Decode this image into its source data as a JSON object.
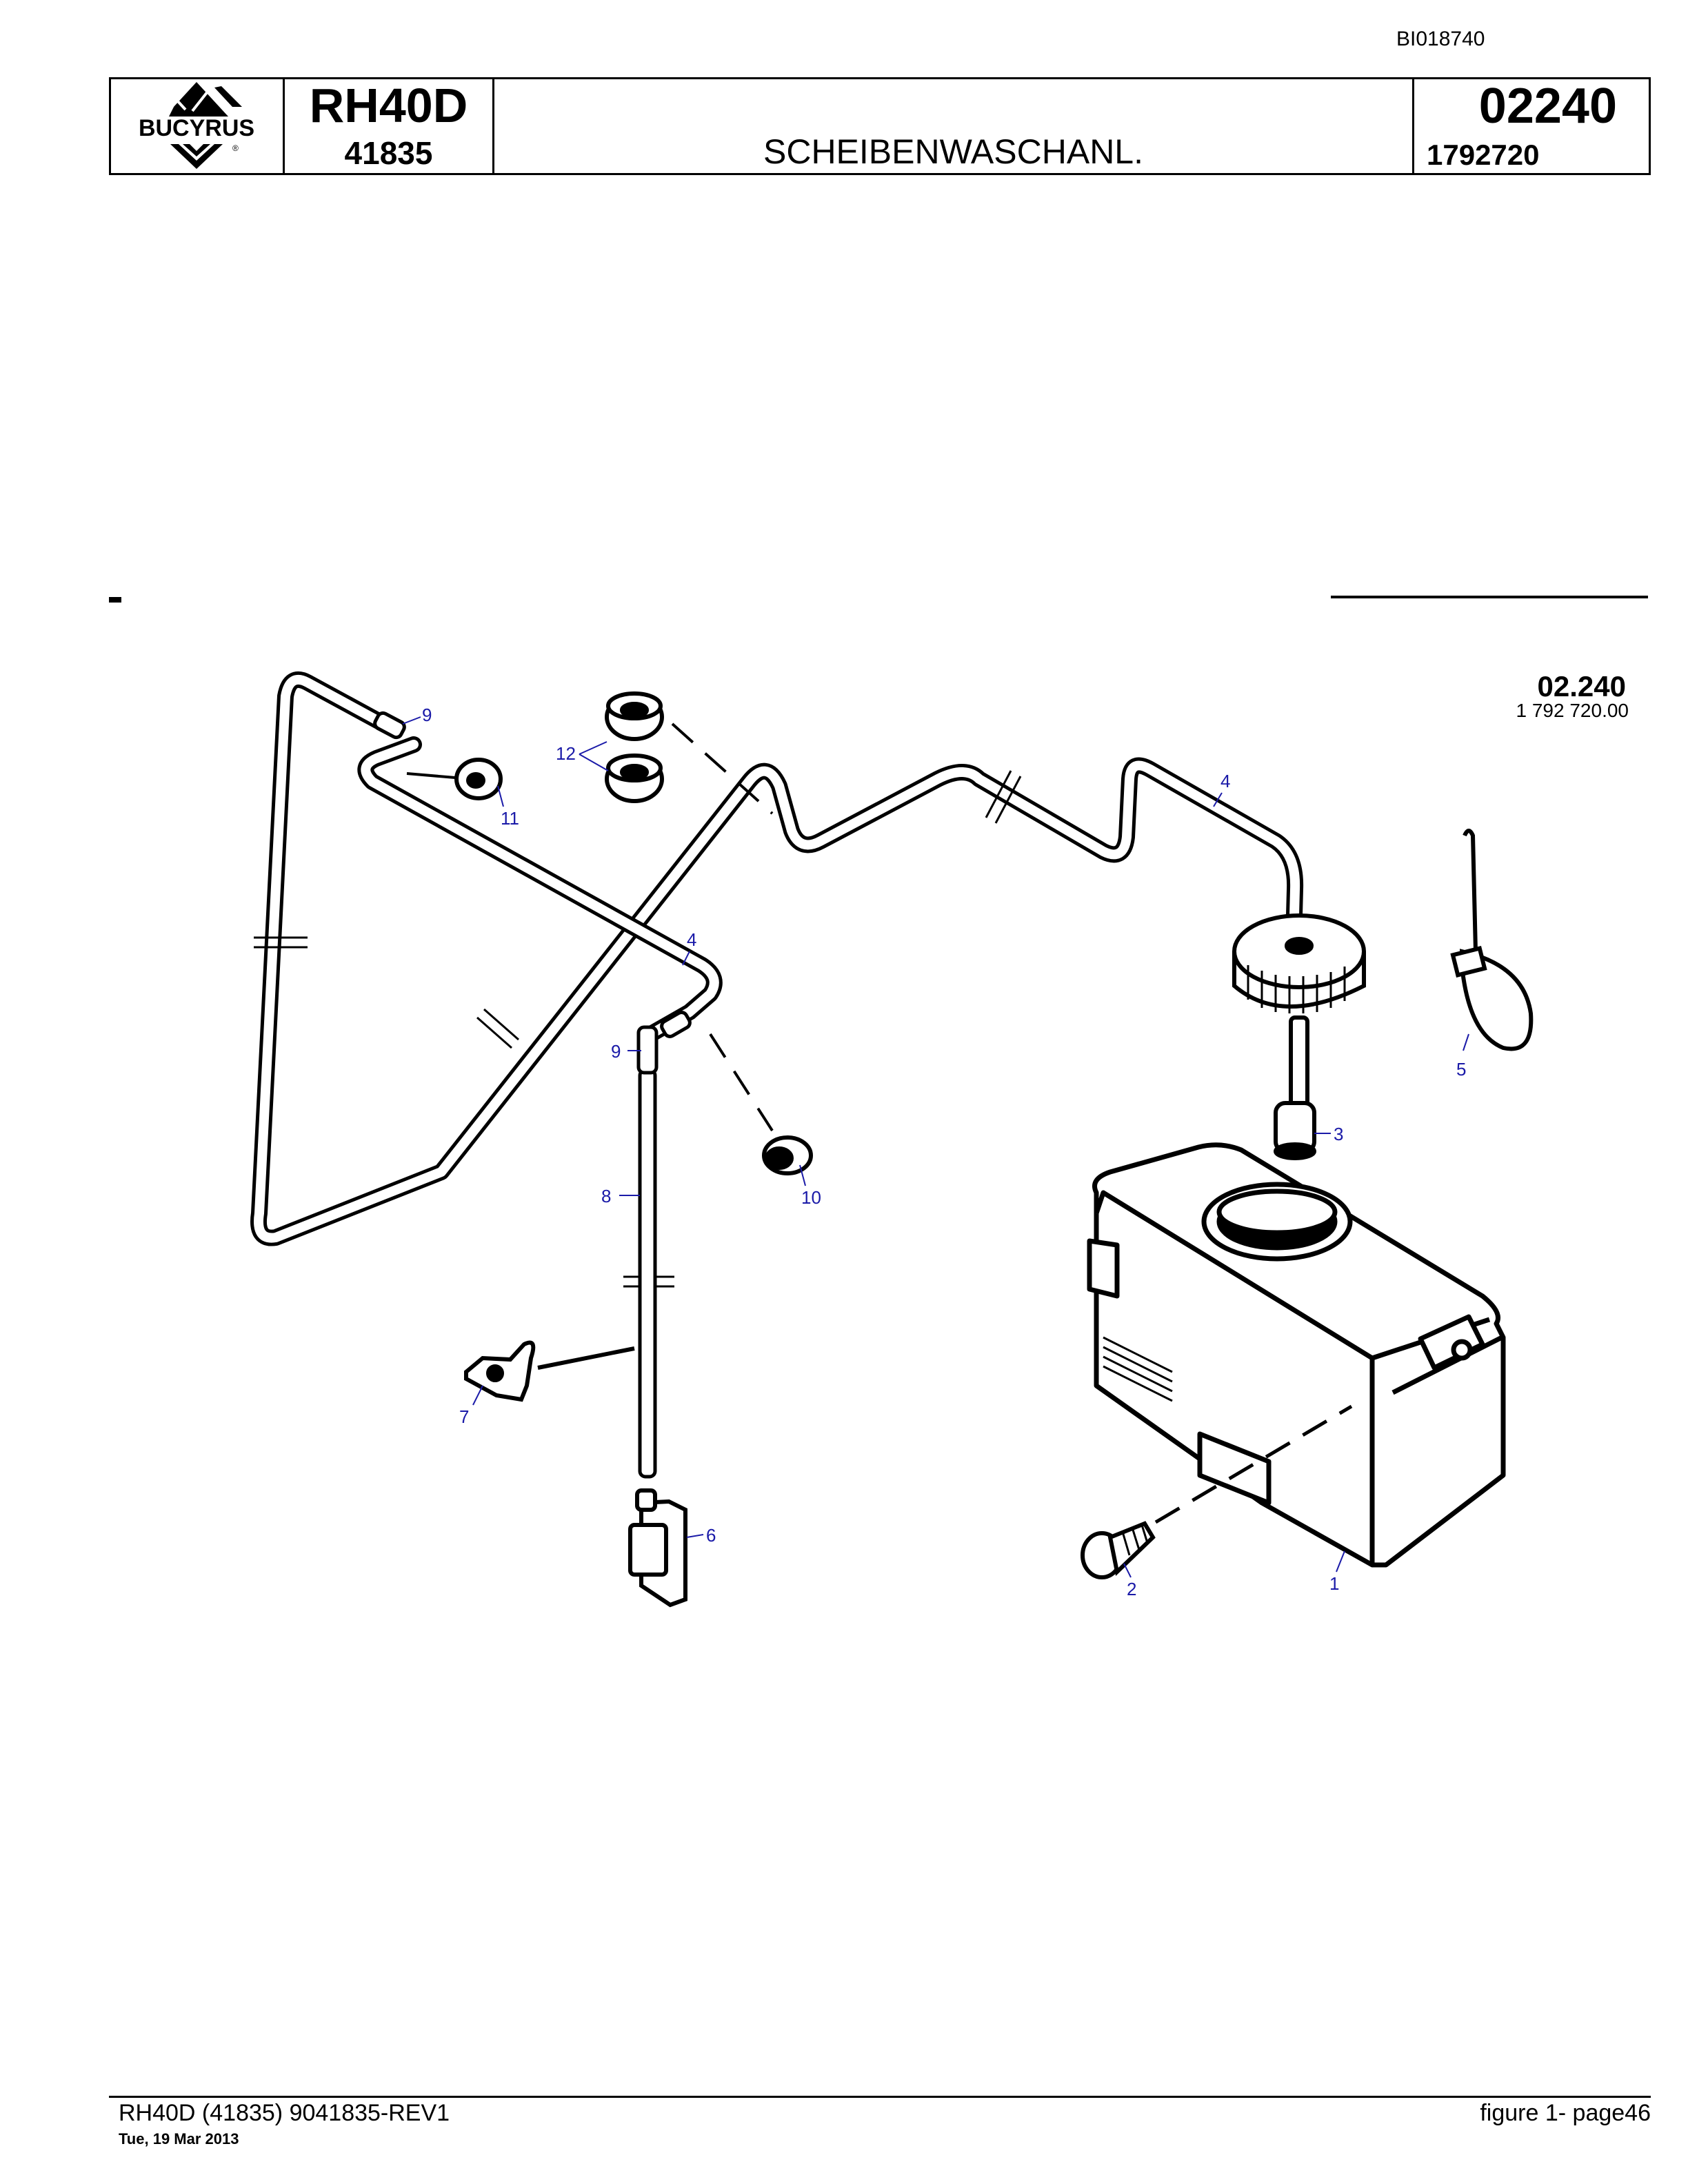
{
  "document": {
    "doc_id": "BI018740",
    "brand": "BUCYRUS",
    "model": "RH40D",
    "model_number": "41835",
    "title": "SCHEIBENWASCHANL.",
    "figure_code": "02240",
    "part_number": "1792720"
  },
  "drawing": {
    "stamp_code": "02.240",
    "stamp_part": "1 792 720.00",
    "callouts": [
      "1",
      "2",
      "3",
      "4",
      "4",
      "5",
      "6",
      "7",
      "8",
      "9",
      "9",
      "10",
      "11",
      "12"
    ]
  },
  "footer": {
    "left": "RH40D (41835) 9041835-REV1",
    "date": "Tue, 19 Mar 2013",
    "right": "figure  1- page46"
  },
  "colors": {
    "line": "#000000",
    "callout": "#1a1aa8"
  }
}
